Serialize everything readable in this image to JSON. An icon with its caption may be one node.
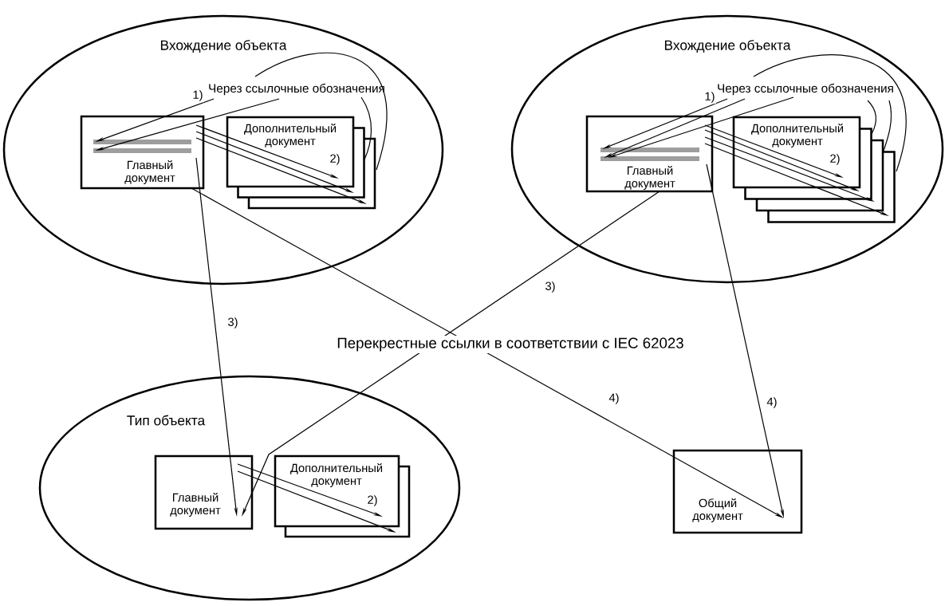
{
  "diagram": {
    "nodes": [
      {
        "text": [
          "Вхождение объекта"
        ]
      },
      {
        "text": [
          "Главный документ"
        ],
        "in": 0
      },
      {
        "text": [],
        "shape": "bar",
        "in": 1
      },
      {
        "text": [],
        "shape": "bar",
        "in": 1
      },
      {
        "text": [
          "Через ссылочные обозначения"
        ],
        "in": 0
      },
      {
        "text": [
          "Дополнительный документ"
        ],
        "in": 0
      },
      {
        "text": [
          "Вхождение объекта"
        ]
      },
      {
        "text": [
          "Главный документ"
        ],
        "in": 6
      },
      {
        "text": [],
        "shape": "bar",
        "in": 7
      },
      {
        "text": [],
        "shape": "bar",
        "in": 7
      },
      {
        "text": [
          "Через ссылочные обозначения"
        ],
        "in": 6
      },
      {
        "text": [
          "Дополнительный документ"
        ],
        "in": 6
      },
      {
        "text": [
          "Тип объекта"
        ]
      },
      {
        "text": [
          "Главный документ"
        ],
        "in": 12
      },
      {
        "text": [
          "Дополнительный документ"
        ],
        "in": 12
      },
      {
        "text": [
          "Общий документ"
        ]
      }
    ],
    "edges": [
      {
        "from": 4,
        "to": 2,
        "arrow": "to",
        "label": "1)"
      },
      {
        "from": 4,
        "to": 3,
        "arrow": "to"
      },
      {
        "from": 1,
        "to": 5,
        "arrow": "to",
        "label": "2)"
      },
      {
        "from": 1,
        "to": 5,
        "arrow": "to"
      },
      {
        "from": 1,
        "to": 5,
        "arrow": "to"
      },
      {
        "from": 4,
        "to": 5,
        "arrow": "none"
      },
      {
        "from": 4,
        "to": 5,
        "arrow": "none"
      },
      {
        "from": 10,
        "to": 8,
        "arrow": "to",
        "label": "1)"
      },
      {
        "from": 10,
        "to": 9,
        "arrow": "to"
      },
      {
        "from": 10,
        "to": 9,
        "arrow": "to"
      },
      {
        "from": 7,
        "to": 11,
        "arrow": "to",
        "label": "2)"
      },
      {
        "from": 7,
        "to": 11,
        "arrow": "to"
      },
      {
        "from": 7,
        "to": 11,
        "arrow": "to"
      },
      {
        "from": 7,
        "to": 11,
        "arrow": "to"
      },
      {
        "from": 10,
        "to": 11,
        "arrow": "none"
      },
      {
        "from": 10,
        "to": 11,
        "arrow": "none"
      },
      {
        "from": 10,
        "to": 11,
        "arrow": "none"
      },
      {
        "from": 13,
        "to": 14,
        "arrow": "to",
        "label": "2)"
      },
      {
        "from": 13,
        "to": 14,
        "arrow": "to"
      },
      {
        "from": 1,
        "to": 13,
        "arrow": "to",
        "label": "3)"
      },
      {
        "from": 7,
        "to": 13,
        "arrow": "to",
        "label": "3)"
      },
      {
        "from": 1,
        "to": 15,
        "arrow": "to",
        "label": "4)"
      },
      {
        "from": 7,
        "to": 15,
        "arrow": "to",
        "label": "4)"
      }
    ],
    "labels": [
      "Перекрестные ссылки в соответствии с IEC 62023"
    ]
  }
}
